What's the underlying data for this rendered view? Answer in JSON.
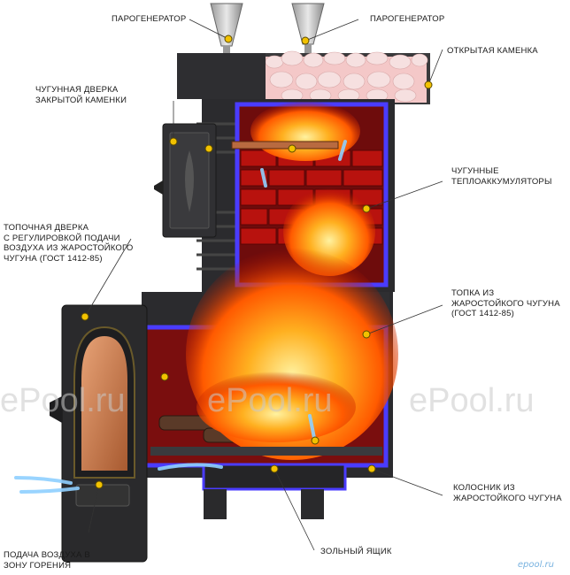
{
  "labels": {
    "steam_gen_left": "ПАРОГЕНЕРАТОР",
    "steam_gen_right": "ПАРОГЕНЕРАТОР",
    "open_stone": "ОТКРЫТАЯ КАМЕНКА",
    "cast_door": [
      "ЧУГУННАЯ ДВЕРКА",
      "ЗАКРЫТОЙ КАМЕНКИ"
    ],
    "heat_accum": [
      "ЧУГУННЫЕ",
      "ТЕПЛОАККУМУЛЯТОРЫ"
    ],
    "firebox_door": [
      "ТОПОЧНАЯ ДВЕРКА",
      "С РЕГУЛИРОВКОЙ ПОДАЧИ",
      "ВОЗДУХА ИЗ ЖАРОСТОЙКОГО",
      "ЧУГУНА (ГОСТ 1412-85)"
    ],
    "firebox": [
      "ТОПКА ИЗ",
      "ЖАРОСТОЙКОГО ЧУГУНА",
      "(ГОСТ 1412-85)"
    ],
    "grate": [
      "КОЛОСНИК ИЗ",
      "ЖАРОСТОЙКОГО ЧУГУНА"
    ],
    "ash_box": "ЗОЛЬНЫЙ ЯЩИК",
    "air_supply": [
      "ПОДАЧА ВОЗДУХА В",
      "ЗОНУ ГОРЕНИЯ"
    ]
  },
  "watermark": "ePool.ru",
  "brand": "epool.ru",
  "colors": {
    "iron": "#2b2b2e",
    "iron_light": "#4a4a4e",
    "insulation": "#4a3cff",
    "chamber": "#8a1010",
    "fire": "#ff8a00",
    "stone": "#f2d0d0",
    "glass": "#d48a5a",
    "callout_dot": "#f2c200"
  }
}
